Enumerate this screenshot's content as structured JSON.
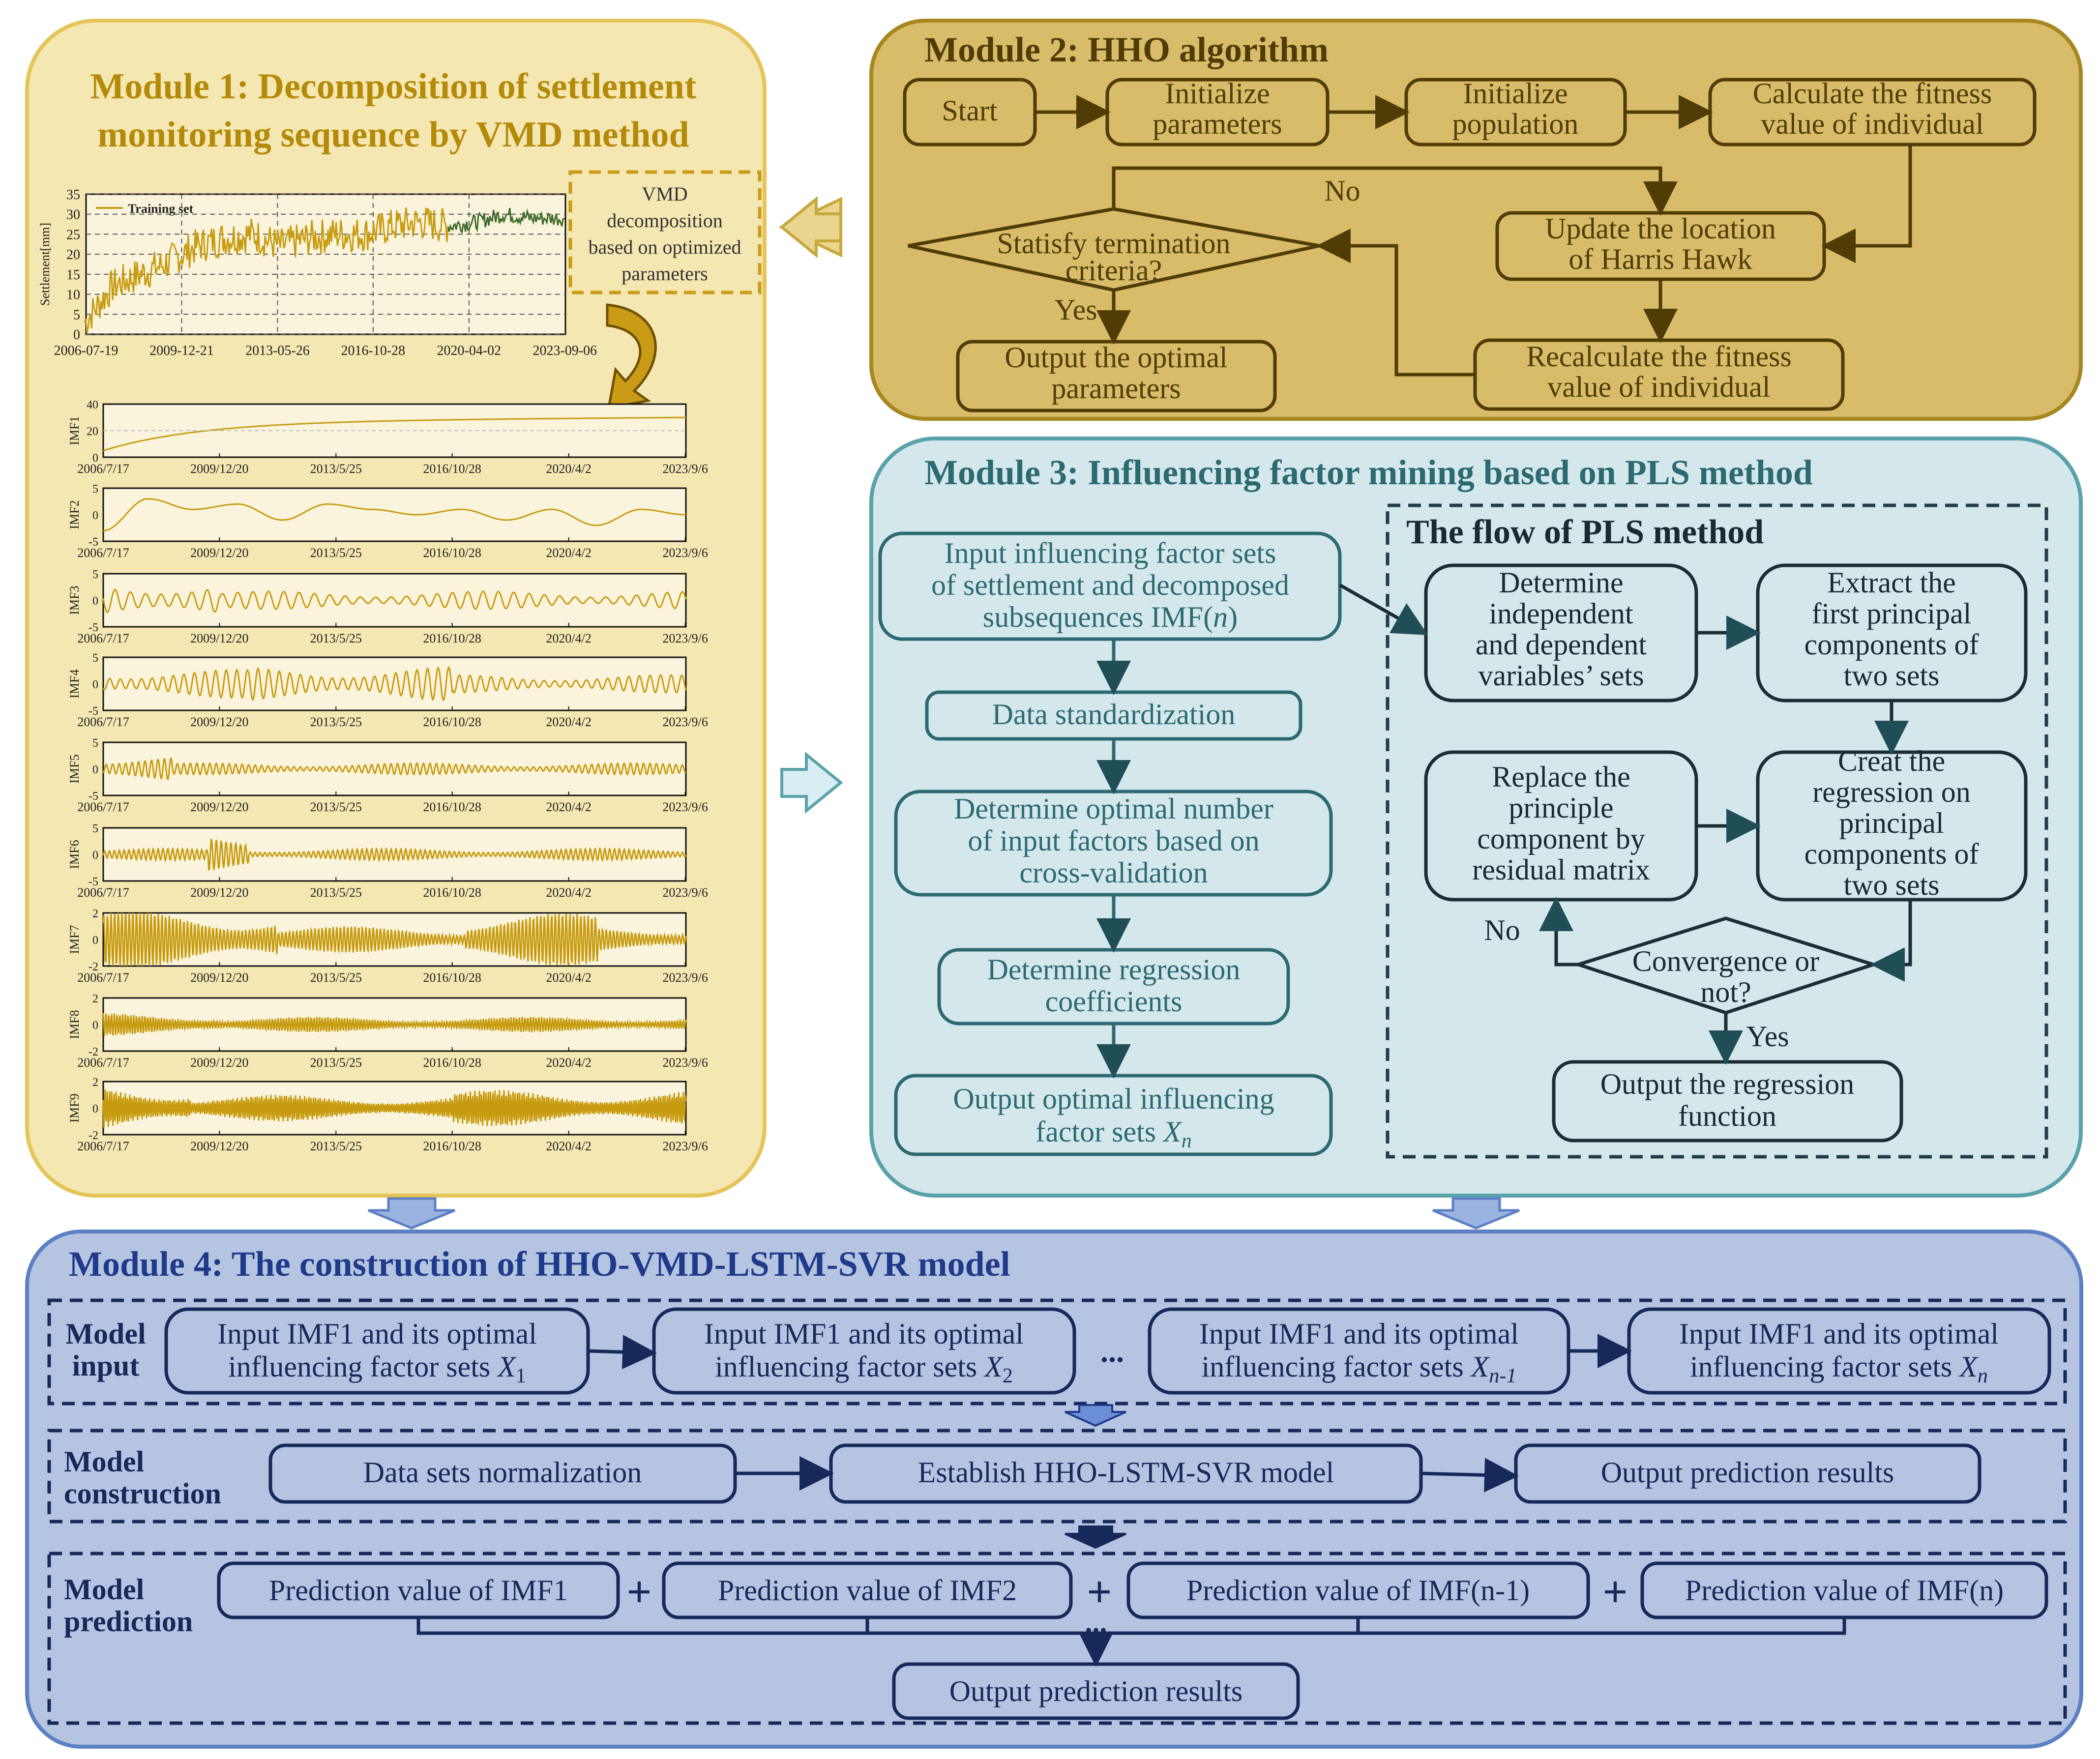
{
  "colors": {
    "m1_fill": "#f4e7b2",
    "m1_stroke": "#e6c45a",
    "m1_title": "#b48a08",
    "m2_fill": "#d9bc69",
    "m2_stroke": "#a88620",
    "m2_ink": "#4f3d05",
    "m3_fill": "#d4e8ec",
    "m3_stroke": "#5aa2aa",
    "m3_ink": "#1f4e56",
    "m4_fill": "#b5c4e1",
    "m4_stroke": "#5c80c4",
    "m4_ink": "#17285a",
    "series_train": "#c79b10",
    "series_test": "#3d6b2a"
  },
  "module1": {
    "title_line1": "Module 1: Decomposition of settlement",
    "title_line2": "monitoring sequence by VMD method",
    "vmd_note": [
      "VMD",
      "decomposition",
      "based on optimized",
      "parameters"
    ]
  },
  "module2": {
    "title": "Module 2: HHO algorithm",
    "start": "Start",
    "init_params": [
      "Initialize",
      "parameters"
    ],
    "init_pop": [
      "Initialize",
      "population"
    ],
    "calc_fitness": [
      "Calculate the fitness",
      "value of individual"
    ],
    "update_location": [
      "Update the location",
      "of Harris Hawk"
    ],
    "recalc_fitness": [
      "Recalculate the fitness",
      "value of individual"
    ],
    "termination": [
      "Statisfy termination",
      "criteria?"
    ],
    "output_params": [
      "Output the optimal",
      "parameters"
    ],
    "label_no": "No",
    "label_yes": "Yes"
  },
  "module3": {
    "title": "Module 3: Influencing factor mining based on PLS method",
    "input_sets": [
      "Input influencing factor sets",
      "of settlement and decomposed",
      "subsequences IMF(",
      "n",
      ")"
    ],
    "standardization": "Data standardization",
    "optimal_number": [
      "Determine optimal number",
      "of input factors based on",
      "cross-validation"
    ],
    "regression_coef": [
      "Determine regression",
      "coefficients"
    ],
    "output_sets": [
      "Output optimal influencing",
      "factor sets ",
      "X",
      "n"
    ],
    "pls_title": "The flow of PLS method",
    "indep_dep": [
      "Determine",
      "independent",
      "and dependent",
      "variables’ sets"
    ],
    "extract_first": [
      "Extract the",
      "first principal",
      "components of",
      "two sets"
    ],
    "creat_regression": [
      "Creat the",
      "regression on",
      "principal",
      "components of",
      "two sets"
    ],
    "replace_component": [
      "Replace the",
      "principle",
      "component by",
      "residual matrix"
    ],
    "convergence": [
      "Convergence or",
      "not?"
    ],
    "output_regression": [
      "Output the regression",
      "function"
    ],
    "label_no": "No",
    "label_yes": "Yes"
  },
  "module4": {
    "title": "Module 4: The construction of HHO-VMD-LSTM-SVR model",
    "input_label": [
      "Model",
      "input"
    ],
    "construction_label": [
      "Model",
      "construction"
    ],
    "prediction_label": [
      "Model",
      "prediction"
    ],
    "input_boxes": [
      {
        "line1": "Input IMF1 and its optimal",
        "line2": "influencing factor sets ",
        "var": "X",
        "sub": "1"
      },
      {
        "line1": "Input IMF1 and its optimal",
        "line2": "influencing factor sets ",
        "var": "X",
        "sub": "2"
      },
      {
        "line1": "Input IMF1 and its optimal",
        "line2": "influencing factor sets ",
        "var": "X",
        "sub": "n-1"
      },
      {
        "line1": "Input IMF1 and its optimal",
        "line2": "influencing factor sets ",
        "var": "X",
        "sub": "n"
      }
    ],
    "ellipsis": "...",
    "normalization": "Data sets normalization",
    "establish_model": "Establish HHO-LSTM-SVR model",
    "output_results": "Output prediction results",
    "prediction_boxes": [
      "Prediction value of IMF1",
      "Prediction value of IMF2",
      "Prediction value of IMF(n-1)",
      "Prediction value of IMF(n)"
    ],
    "plus": "+",
    "final_output": "Output prediction results"
  },
  "chart_data": [
    {
      "type": "line",
      "title": "",
      "xlabel": "",
      "ylabel": "Settlement[mm]",
      "x_ticks": [
        "2006-07-19",
        "2009-12-21",
        "2013-05-26",
        "2016-10-28",
        "2020-04-02",
        "2023-09-06"
      ],
      "y_ticks": [
        0,
        5,
        10,
        15,
        20,
        25,
        30,
        35
      ],
      "ylim": [
        0,
        35
      ],
      "legend": "top-left",
      "grid": "dashed",
      "series": [
        {
          "name": "Training set",
          "x": [
            "2006-07",
            "2007-07",
            "2008-07",
            "2009-07",
            "2010-07",
            "2011-07",
            "2012-07",
            "2013-07",
            "2014-07",
            "2015-07",
            "2016-07",
            "2017-07",
            "2018-07",
            "2019-07"
          ],
          "values": [
            3,
            12,
            15,
            18,
            22,
            24,
            25,
            22,
            24,
            25,
            25,
            27,
            28,
            27
          ]
        },
        {
          "name": "",
          "x": [
            "2019-07",
            "2020-07",
            "2021-07",
            "2022-07",
            "2023-09"
          ],
          "values": [
            27,
            28,
            30,
            29,
            29
          ]
        }
      ]
    },
    {
      "type": "line",
      "ylabel": "IMF1",
      "y_ticks": [
        0,
        20,
        40
      ],
      "ylim": [
        0,
        40
      ],
      "x_ticks": [
        "2006/7/17",
        "2009/12/20",
        "2013/5/25",
        "2016/10/28",
        "2020/4/2",
        "2023/9/6"
      ],
      "series": [
        {
          "values": [
            5,
            12,
            17,
            20,
            22,
            23,
            24,
            24,
            25,
            26,
            26,
            27,
            27,
            28
          ]
        }
      ]
    },
    {
      "type": "line",
      "ylabel": "IMF2",
      "y_ticks": [
        -5,
        0,
        5
      ],
      "ylim": [
        -5,
        5
      ],
      "x_ticks": [
        "2006/7/17",
        "2009/12/20",
        "2013/5/25",
        "2016/10/28",
        "2020/4/2",
        "2023/9/6"
      ],
      "series": [
        {
          "values": [
            -3,
            3,
            1,
            2,
            -1,
            2,
            1,
            0,
            1,
            -1,
            1,
            -2,
            1,
            0
          ]
        }
      ]
    },
    {
      "type": "line",
      "ylabel": "IMF3",
      "y_ticks": [
        -5,
        0,
        5
      ],
      "ylim": [
        -5,
        5
      ],
      "x_ticks": [
        "2006/7/17",
        "2009/12/20",
        "2013/5/25",
        "2016/10/28",
        "2020/4/2",
        "2023/9/6"
      ],
      "series": [
        {
          "amplitude": 2
        }
      ]
    },
    {
      "type": "line",
      "ylabel": "IMF4",
      "y_ticks": [
        -5,
        0,
        5
      ],
      "ylim": [
        -5,
        5
      ],
      "x_ticks": [
        "2006/7/17",
        "2009/12/20",
        "2013/5/25",
        "2016/10/28",
        "2020/4/2",
        "2023/9/6"
      ],
      "series": [
        {
          "amplitude": 2
        }
      ]
    },
    {
      "type": "line",
      "ylabel": "IMF5",
      "y_ticks": [
        -5,
        0,
        5
      ],
      "ylim": [
        -5,
        5
      ],
      "x_ticks": [
        "2006/7/17",
        "2009/12/20",
        "2013/5/25",
        "2016/10/28",
        "2020/4/2",
        "2023/9/6"
      ],
      "series": [
        {
          "amplitude": 1.5
        }
      ]
    },
    {
      "type": "line",
      "ylabel": "IMF6",
      "y_ticks": [
        -5,
        0,
        5
      ],
      "ylim": [
        -5,
        5
      ],
      "x_ticks": [
        "2006/7/17",
        "2009/12/20",
        "2013/5/25",
        "2016/10/28",
        "2020/4/2",
        "2023/9/6"
      ],
      "series": [
        {
          "amplitude": 1.5
        }
      ]
    },
    {
      "type": "line",
      "ylabel": "IMF7",
      "y_ticks": [
        -2,
        0,
        2
      ],
      "ylim": [
        -2,
        2
      ],
      "x_ticks": [
        "2006/7/17",
        "2009/12/20",
        "2013/5/25",
        "2016/10/28",
        "2020/4/2",
        "2023/9/6"
      ],
      "series": [
        {
          "amplitude": 1.5
        }
      ]
    },
    {
      "type": "line",
      "ylabel": "IMF8",
      "y_ticks": [
        -2,
        0,
        2
      ],
      "ylim": [
        -2,
        2
      ],
      "x_ticks": [
        "2006/7/17",
        "2009/12/20",
        "2013/5/25",
        "2016/10/28",
        "2020/4/2",
        "2023/9/6"
      ],
      "series": [
        {
          "amplitude": 0.8
        }
      ]
    },
    {
      "type": "line",
      "ylabel": "IMF9",
      "y_ticks": [
        -2,
        0,
        2
      ],
      "ylim": [
        -2,
        2
      ],
      "x_ticks": [
        "2006/7/17",
        "2009/12/20",
        "2013/5/25",
        "2016/10/28",
        "2020/4/2",
        "2023/9/6"
      ],
      "series": [
        {
          "amplitude": 1.2
        }
      ]
    }
  ]
}
